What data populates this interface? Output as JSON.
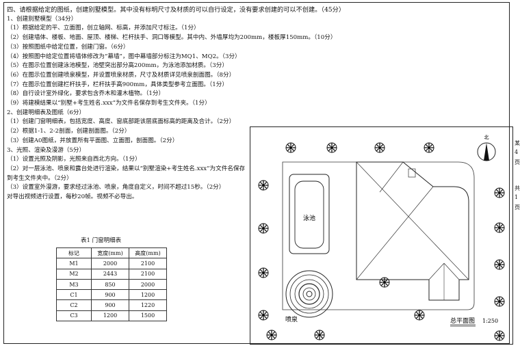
{
  "task": {
    "lines": [
      "四、请根据给定的图纸，创建别墅模型。其中没有标明尺寸及材质的可以自行设定，没有要求创建的可以不创建。（45分）",
      "1、创建别墅模型（34分）",
      "（1）根据给定的平、立面图，创立轴网、标高，并添加尺寸标注。（1分）",
      "（2）创建墙体、楼板、地面、屋顶、楼梯、栏杆扶手、洞口等模型。其中内、外墙厚均为200mm，楼板厚150mm。（10分）",
      "（3）按照图纸中给定位置，创建门窗。（6分）",
      "（4）按照图中给定位置将墙体修改为“幕墙”，图中幕墙部分标注为MQ1、MQ2。（3分）",
      "（5）在图示位置创建泳池模型，池壁突出部分高200mm，为泳池添加材质。（3分）",
      "（6）在图示位置创建喷泉模型，并设置喷泉材质，尺寸及材质详见喷泉剖面图。（8分）",
      "（7）在图示位置创建栏杆扶手，栏杆扶手高900mm，具体类型参考立面图。（1分）",
      "（8）自行设计室外绿化，要求包含乔木和灌木植物。（1分）",
      "（9）将建模结果以“别墅+考生姓名.xxx”为文件名保存到考生文件夹。（1分）",
      "2、创建明细表及图纸（6分）",
      "（1）创建门窗明细表，包括宽度、高度、窗底部距该层底面标高的距离及合计。（2分）",
      "（2）根据1-1、2-2剖面，创建剖面图。（2分）",
      "（3）创建A0图纸，并放置所有平面图、立面图，剖面图。（2分）",
      "3、光照、渲染及漫游（5分）",
      "（1）设置光照及阴影，光照来自西北方向。（1分）",
      "（2）对一层泳池、喷泉和露台处进行渲染，结果以“别墅渲染+考生姓名.xxx”为文件名保存",
      "到考生文件夹中。（2分）",
      "（3）设置室外漫游，要求经过泳池、喷泉，角度自定义，时间不超过15秒。（2分）",
      "对导出视频进行设置，每秒20帧。视频不必导出。"
    ]
  },
  "table": {
    "caption": "表1  门窗明细表",
    "headers": [
      "标记",
      "宽度(mm)",
      "高度(mm)"
    ],
    "rows": [
      [
        "M1",
        "2000",
        "2100"
      ],
      [
        "M2",
        "2443",
        "2100"
      ],
      [
        "M3",
        "850",
        "2000"
      ],
      [
        "C1",
        "900",
        "1200"
      ],
      [
        "C2",
        "900",
        "1220"
      ],
      [
        "C3",
        "1200",
        "1500"
      ]
    ]
  },
  "plan": {
    "pool_label": "泳池",
    "fountain_label": "喷泉",
    "north_label": "北",
    "title": "总平面图",
    "scale": "1:250"
  },
  "side_fragments": [
    "某",
    "4",
    "页",
    "共",
    "1",
    "页"
  ]
}
